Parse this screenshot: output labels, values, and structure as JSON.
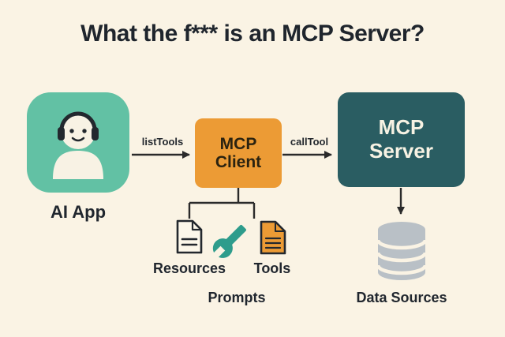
{
  "title": "What the f*** is an MCP Server?",
  "nodes": {
    "ai_app": {
      "label": "AI App"
    },
    "mcp_client": {
      "line1": "MCP",
      "line2": "Client"
    },
    "mcp_server": {
      "line1": "MCP",
      "line2": "Server"
    },
    "resources": {
      "label": "Resources"
    },
    "tools": {
      "label": "Tools"
    },
    "prompts": {
      "label": "Prompts"
    },
    "data_sources": {
      "label": "Data Sources"
    }
  },
  "edges": {
    "list_tools": {
      "label": "listTools"
    },
    "call_tool": {
      "label": "callTool"
    }
  },
  "icons": {
    "ai_app": "headset-person-icon",
    "resources": "document-icon",
    "tools": "wrench-icon",
    "prompts": "document-icon",
    "data_sources": "database-icon"
  },
  "colors": {
    "background": "#FAF3E4",
    "ai_app_box": "#62C1A4",
    "mcp_client_box": "#EC9B35",
    "mcp_server_box": "#2A5D62",
    "mcp_server_text": "#F7F2E3",
    "text_dark": "#20262E",
    "connector_line": "#2A2A2A",
    "database_gray": "#B9C0C6",
    "wrench_teal": "#2E9C8C",
    "prompts_doc_orange": "#EC9B35"
  }
}
